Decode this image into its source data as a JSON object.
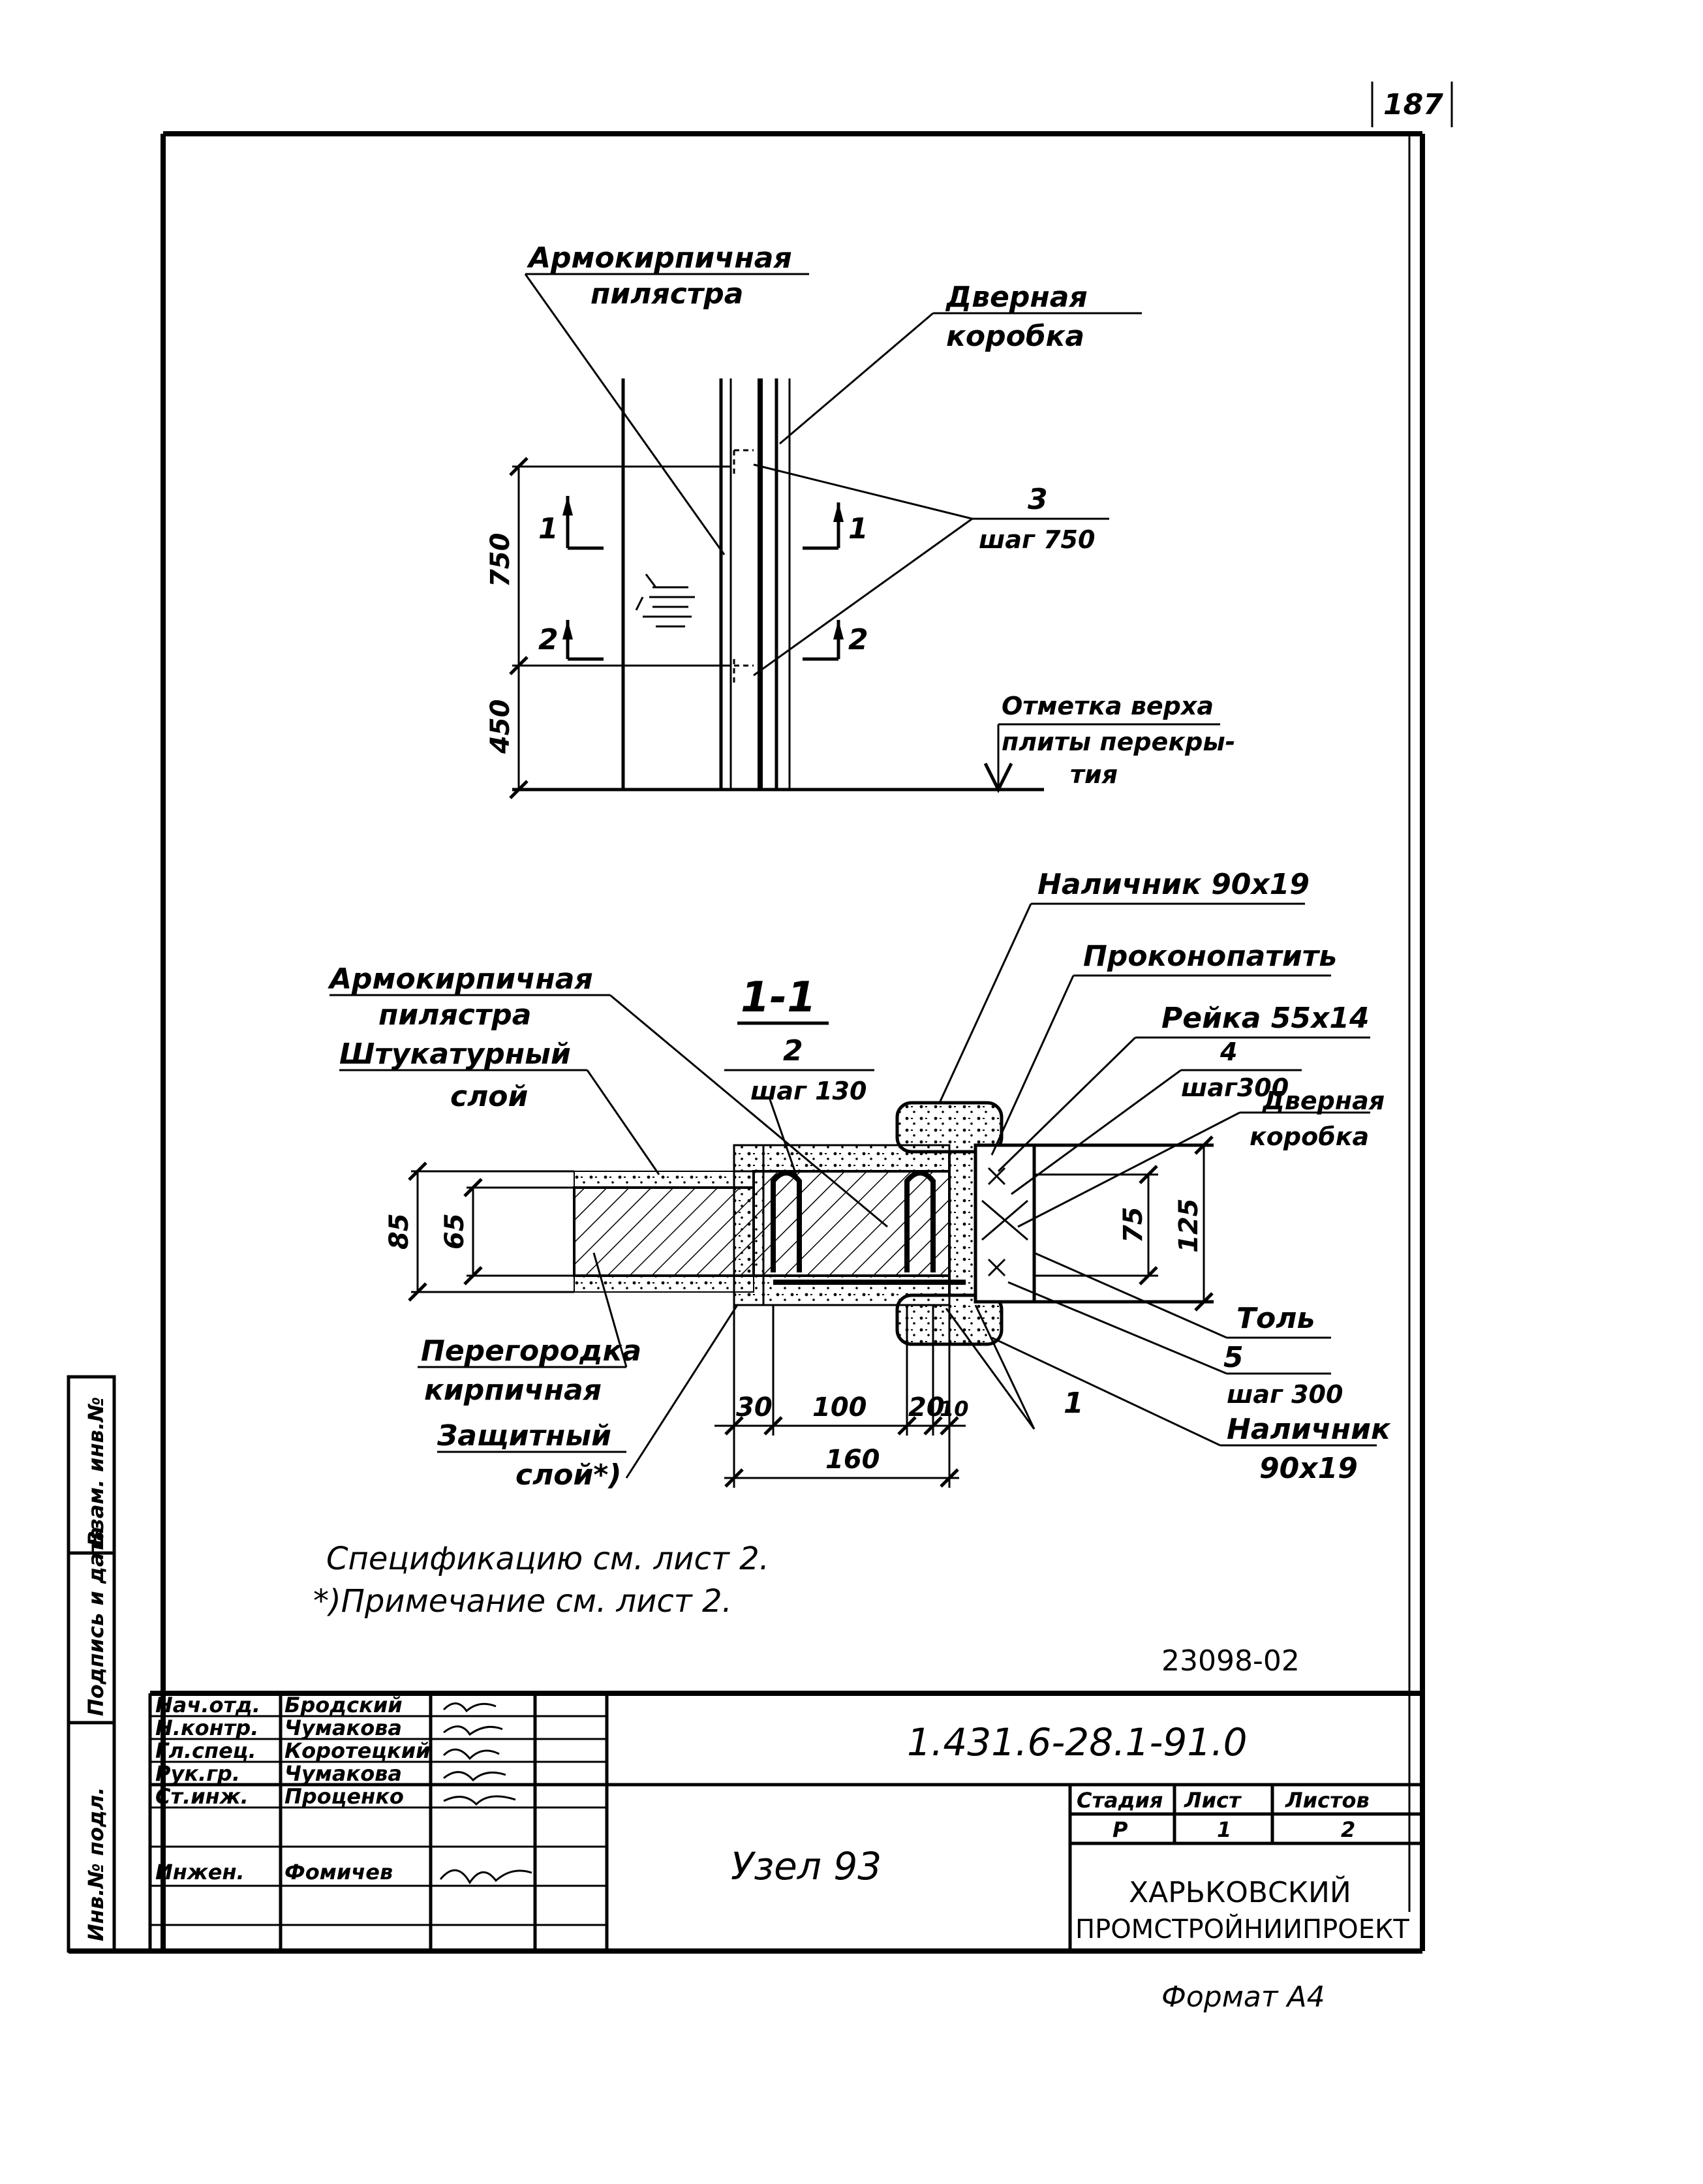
{
  "page": {
    "number": "187",
    "format": "Формат А4",
    "doc_number": "23098-02"
  },
  "elevation": {
    "label_pilaster": [
      "Армокирпичная",
      "пилястра"
    ],
    "label_door_frame": [
      "Дверная",
      "коробка"
    ],
    "item_3": "3",
    "item_3_step": "шаг 750",
    "label_slab": [
      "Отметка верха",
      "плиты перекры-",
      "тия"
    ],
    "dim_750": "750",
    "dim_450": "450",
    "section_mark_1": "1",
    "section_mark_2": "2"
  },
  "section": {
    "title": "1-1",
    "label_pilaster": [
      "Армокирпичная",
      "пилястра"
    ],
    "label_plaster": [
      "Штукатурный",
      "слой"
    ],
    "label_partition": [
      "Перегородка",
      "кирпичная"
    ],
    "label_protective": [
      "Защитный",
      "слой*)"
    ],
    "item_2": "2",
    "item_2_step": "шаг 130",
    "label_casing_top": "Наличник 90х19",
    "label_caulk": "Проконопатить",
    "label_strip": "Рейка 55х14",
    "item_4": "4",
    "item_4_step": "шаг300",
    "label_door_frame": [
      "Дверная",
      "коробка"
    ],
    "label_tol": "Толь",
    "item_5": "5",
    "item_5_step": "шаг 300",
    "label_casing_bottom": [
      "Наличник",
      "90х19"
    ],
    "item_1": "1",
    "dim_85": "85",
    "dim_65": "65",
    "dim_75": "75",
    "dim_125": "125",
    "dim_30": "30",
    "dim_100": "100",
    "dim_20": "20",
    "dim_10": "10",
    "dim_160": "160"
  },
  "notes": [
    "Спецификацию см. лист 2.",
    "*)Примечание см. лист 2."
  ],
  "side_stamp": [
    "Инв.№ подл.",
    "Подпись и дата",
    "Взам. инв.№"
  ],
  "title_block": {
    "roles": [
      {
        "role": "Нач.отд.",
        "name": "Бродский"
      },
      {
        "role": "Н.контр.",
        "name": "Чумакова"
      },
      {
        "role": "Гл.спец.",
        "name": "Коротецкий"
      },
      {
        "role": "Рук.гр.",
        "name": "Чумакова"
      },
      {
        "role": "Ст.инж.",
        "name": "Проценко"
      },
      {
        "role": "",
        "name": ""
      },
      {
        "role": "Инжен.",
        "name": "Фомичев"
      }
    ],
    "code": "1.431.6-28.1-91.0",
    "node": "Узел 93",
    "stage_header": "Стадия",
    "sheet_header": "Лист",
    "sheets_header": "Листов",
    "stage": "Р",
    "sheet": "1",
    "sheets": "2",
    "organization": [
      "ХАРЬКОВСКИЙ",
      "ПРОМСТРОЙНИИПРОЕКТ"
    ]
  }
}
